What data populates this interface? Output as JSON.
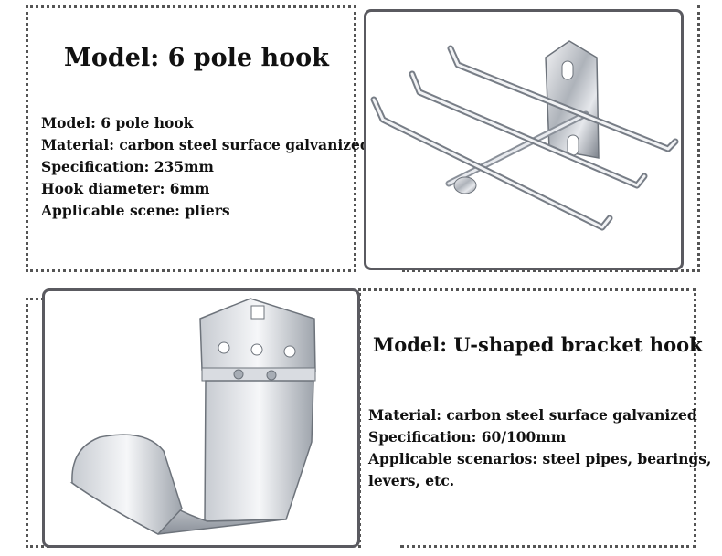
{
  "product_1": {
    "title": "Model: 6 pole hook",
    "specs": [
      "Model: 6 pole hook",
      "Material: carbon steel surface galvanized",
      "Specification: 235mm",
      "Hook diameter: 6mm",
      "Applicable scene: pliers"
    ]
  },
  "product_2": {
    "title": "Model: U-shaped bracket hook",
    "specs": [
      "Material: carbon steel surface galvanized",
      "Specification: 60/100mm",
      "Applicable scenarios: steel pipes, bearings,",
      "levers, etc."
    ]
  }
}
